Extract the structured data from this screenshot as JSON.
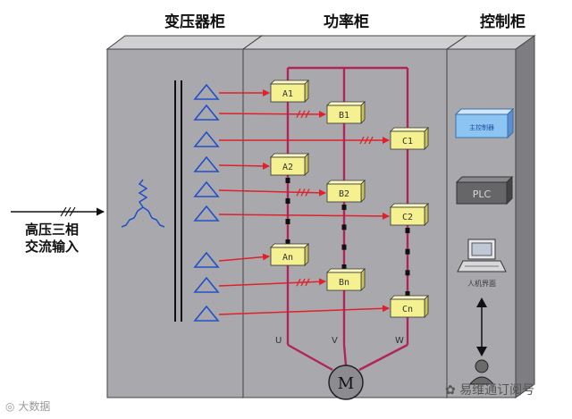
{
  "cabinets": {
    "transformer": "变压器柜",
    "power": "功率柜",
    "control": "控制柜"
  },
  "input_label": [
    "高压三相",
    "交流输入"
  ],
  "modules": {
    "u": [
      "A1",
      "A2",
      "An"
    ],
    "v": [
      "B1",
      "B2",
      "Bn"
    ],
    "w": [
      "C1",
      "C2",
      "Cn"
    ]
  },
  "phase_labels": [
    "U",
    "V",
    "W"
  ],
  "motor_label": "M",
  "control": {
    "plc": "PLC",
    "top_device": "主控制器",
    "hmi": "人机界面"
  },
  "watermarks": {
    "left": "大数据",
    "right": "易维通订阅号"
  },
  "colors": {
    "cabinet_front": "#a9a9ad",
    "cabinet_top": "#d0d0d2",
    "cabinet_side": "#7d7d82",
    "module": "#f5f090",
    "wire": "#b0245a",
    "arrow": "#e0202a",
    "triangle": "#2050c8"
  }
}
